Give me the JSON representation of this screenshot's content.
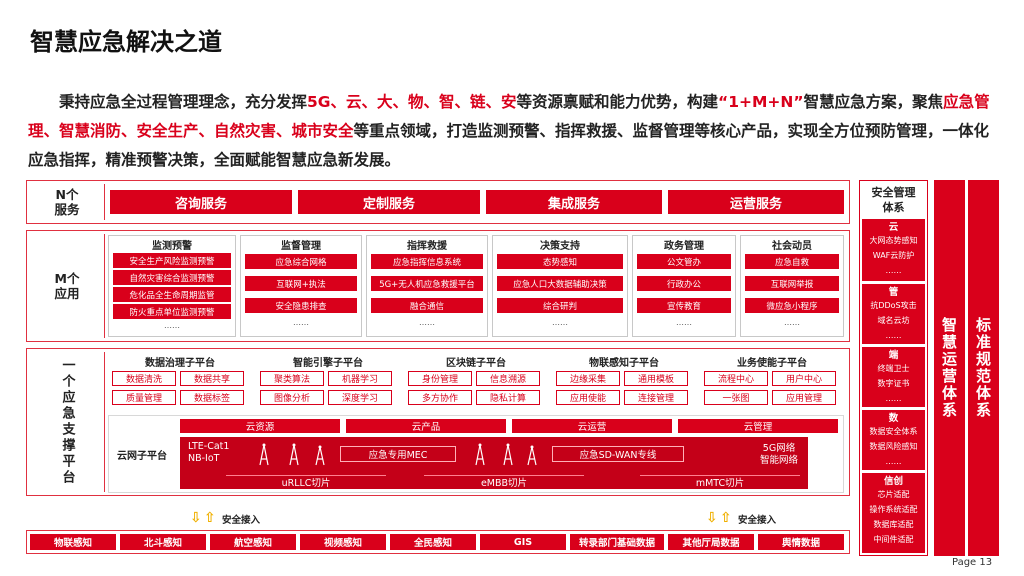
{
  "title": "智慧应急解决之道",
  "intro": [
    {
      "t": "秉持应急全过程管理理念，充分发挥",
      "hl": false
    },
    {
      "t": "5G、云、大、物、智、链、安",
      "hl": true
    },
    {
      "t": "等资源禀赋和能力优势，构建",
      "hl": false
    },
    {
      "t": "“1+M+N”",
      "hl": true
    },
    {
      "t": "智慧应急方案，聚焦",
      "hl": false
    },
    {
      "t": "应急管理、智慧消防、安全生产、自然灾害、城市安全",
      "hl": true
    },
    {
      "t": "等重点领域，打造监测预警、指挥救援、监督管理等核心产品，实现全方位预防管理，一体化应急指挥，精准预警决策，全面赋能智慧应急新发展。",
      "hl": false
    }
  ],
  "n_layer": {
    "label_line1": "N个",
    "label_line2": "服务",
    "services": [
      "咨询服务",
      "定制服务",
      "集成服务",
      "运营服务"
    ]
  },
  "m_layer": {
    "label_line1": "M个",
    "label_line2": "应用",
    "panels": [
      {
        "title": "监测预警",
        "items": [
          "安全生产风险监测预警",
          "自然灾害综合监测预警",
          "危化品全生命周期监管",
          "防火重点单位监测预警"
        ],
        "more": "……"
      },
      {
        "title": "监督管理",
        "items": [
          "应急综合网格",
          "互联网+执法",
          "安全隐患排查"
        ],
        "more": "……"
      },
      {
        "title": "指挥救援",
        "items": [
          "应急指挥信息系统",
          "5G+无人机应急救援平台",
          "融合通信"
        ],
        "more": "……"
      },
      {
        "title": "决策支持",
        "items": [
          "态势感知",
          "应急人口大数据辅助决策",
          "综合研判"
        ],
        "more": "……"
      },
      {
        "title": "政务管理",
        "items": [
          "公文管办",
          "行政办公",
          "宣传教育"
        ],
        "more": "……"
      },
      {
        "title": "社会动员",
        "items": [
          "应急自救",
          "互联网举报",
          "微应急小程序"
        ],
        "more": "……"
      }
    ]
  },
  "platform": {
    "label": "一个应急支撑平台",
    "sub_platforms": [
      {
        "title": "数据治理子平台",
        "tiles": [
          "数据清洗",
          "数据共享",
          "质量管理",
          "数据标签"
        ]
      },
      {
        "title": "智能引擎子平台",
        "tiles": [
          "聚类算法",
          "机器学习",
          "图像分析",
          "深度学习"
        ]
      },
      {
        "title": "区块链子平台",
        "tiles": [
          "身份管理",
          "信息溯源",
          "多方协作",
          "隐私计算"
        ]
      },
      {
        "title": "物联感知子平台",
        "tiles": [
          "边缘采集",
          "通用模板",
          "应用使能",
          "连接管理"
        ]
      },
      {
        "title": "业务使能子平台",
        "tiles": [
          "流程中心",
          "用户中心",
          "一张图",
          "应用管理"
        ]
      }
    ],
    "cloud_bars": [
      "云资源",
      "云产品",
      "云运营",
      "云管理"
    ],
    "net": {
      "label": "云网子平台",
      "tech_line1": "LTE-Cat1",
      "tech_line2": "NB-IoT",
      "mec": "应急专用MEC",
      "sdwan": "应急SD-WAN专线",
      "net_line1": "5G网络",
      "net_line2": "智能网络",
      "slices": [
        "uRLLC切片",
        "eMBB切片",
        "mMTC切片"
      ]
    }
  },
  "access": {
    "left": "安全接入",
    "right": "安全接入"
  },
  "sources": [
    "物联感知",
    "北斗感知",
    "航空感知",
    "视频感知",
    "全民感知",
    "GIS",
    "转录部门基础数据",
    "其他厅局数据",
    "舆情数据"
  ],
  "security": {
    "title_line1": "安全管理",
    "title_line2": "体系",
    "groups": [
      {
        "head": "云",
        "items": [
          "大网态势感知",
          "WAF云防护",
          "……"
        ]
      },
      {
        "head": "管",
        "items": [
          "抗DDoS攻击",
          "域名云坊",
          "……"
        ]
      },
      {
        "head": "端",
        "items": [
          "终端卫士",
          "数字证书",
          "……"
        ]
      },
      {
        "head": "数",
        "items": [
          "数据安全体系",
          "数据风险感知",
          "……"
        ]
      },
      {
        "head": "信创",
        "items": [
          "芯片适配",
          "操作系统适配",
          "数据库适配",
          "中间件适配"
        ]
      }
    ]
  },
  "vertical_columns": [
    "智慧运营体系",
    "标准规范体系"
  ],
  "page": "Page 13",
  "colors": {
    "accent": "#d9001b",
    "border": "#e03040",
    "arrow": "#f0b000"
  }
}
